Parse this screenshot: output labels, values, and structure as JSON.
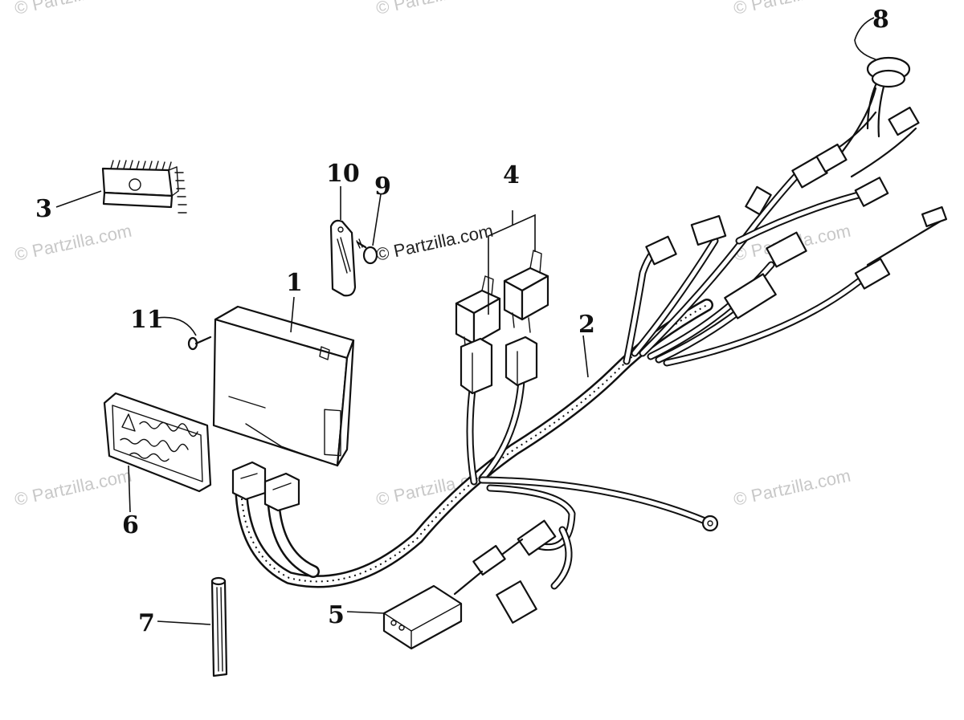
{
  "watermark": {
    "text": "© Partzilla.com"
  },
  "callouts": [
    {
      "id": "1",
      "label": "1"
    },
    {
      "id": "2",
      "label": "2"
    },
    {
      "id": "3",
      "label": "3"
    },
    {
      "id": "4",
      "label": "4"
    },
    {
      "id": "5",
      "label": "5"
    },
    {
      "id": "6",
      "label": "6"
    },
    {
      "id": "7",
      "label": "7"
    },
    {
      "id": "8",
      "label": "8"
    },
    {
      "id": "9",
      "label": "9"
    },
    {
      "id": "10",
      "label": "10"
    },
    {
      "id": "11",
      "label": "11"
    }
  ],
  "colors": {
    "ink": "#111111",
    "watermark": "#c8c8c8",
    "background": "#ffffff"
  }
}
